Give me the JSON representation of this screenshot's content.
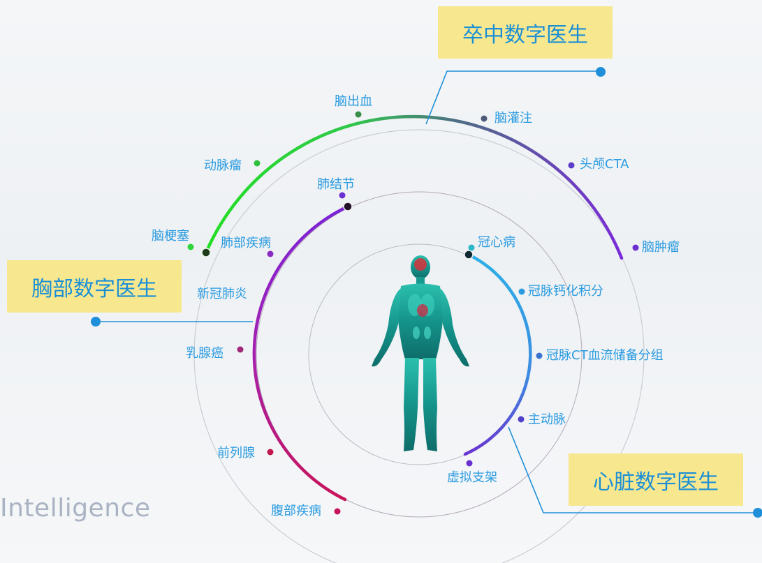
{
  "groups": {
    "stroke": "卒中数字医生",
    "chest": "胸部数字医生",
    "heart": "心脏数字医生"
  },
  "watermark": "Intelligence",
  "labels": {
    "nao_chuxue": "脑出血",
    "nao_guanzhu": "脑灌注",
    "dongmai_liu": "动脉瘤",
    "tou_jing_cta": "头颅CTA",
    "fei_jiejie": "肺结节",
    "nao_gengse": "脑梗塞",
    "fei_bu_jibing": "肺部疾病",
    "nao_zhongliu": "脑肿瘤",
    "guanxin_bing": "冠心病",
    "xinguan_feiyan": "新冠肺炎",
    "guanmai_gaihua": "冠脉钙化积分",
    "ru_xian_ai": "乳腺癌",
    "guanmai_ct": "冠脉CT血流储备分组",
    "zhu_dongmai": "主动脉",
    "qian_lie_xian": "前列腺",
    "xuni_zhijia": "虚拟支架",
    "fubu_jibing": "腹部疾病"
  },
  "colors": {
    "label": "#2a9be0",
    "box_bg": "#f7e88f",
    "connector": "#1e8fd8",
    "stroke_arc_start": "#22e022",
    "stroke_arc_mid": "#5a6e80",
    "stroke_arc_end": "#7a2bd8",
    "chest_arc_start": "#7a22d8",
    "chest_arc_mid": "#a020b0",
    "chest_arc_end": "#c8145a",
    "heart_arc_start": "#2ab0e8",
    "heart_arc_end": "#6a30d0"
  }
}
